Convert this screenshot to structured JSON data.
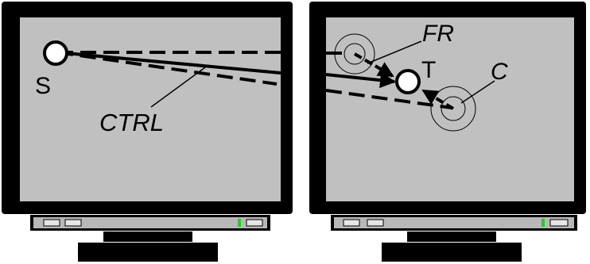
{
  "labels": {
    "start": "S",
    "ctrl": "CTRL",
    "fr": "FR",
    "target": "T",
    "c": "C"
  },
  "colors": {
    "bezel": "#000000",
    "screen": "#c0c0c0",
    "stand_panel": "#b8b8b8",
    "button_light": "#e6e6e6",
    "power_led": "#22cc22"
  }
}
